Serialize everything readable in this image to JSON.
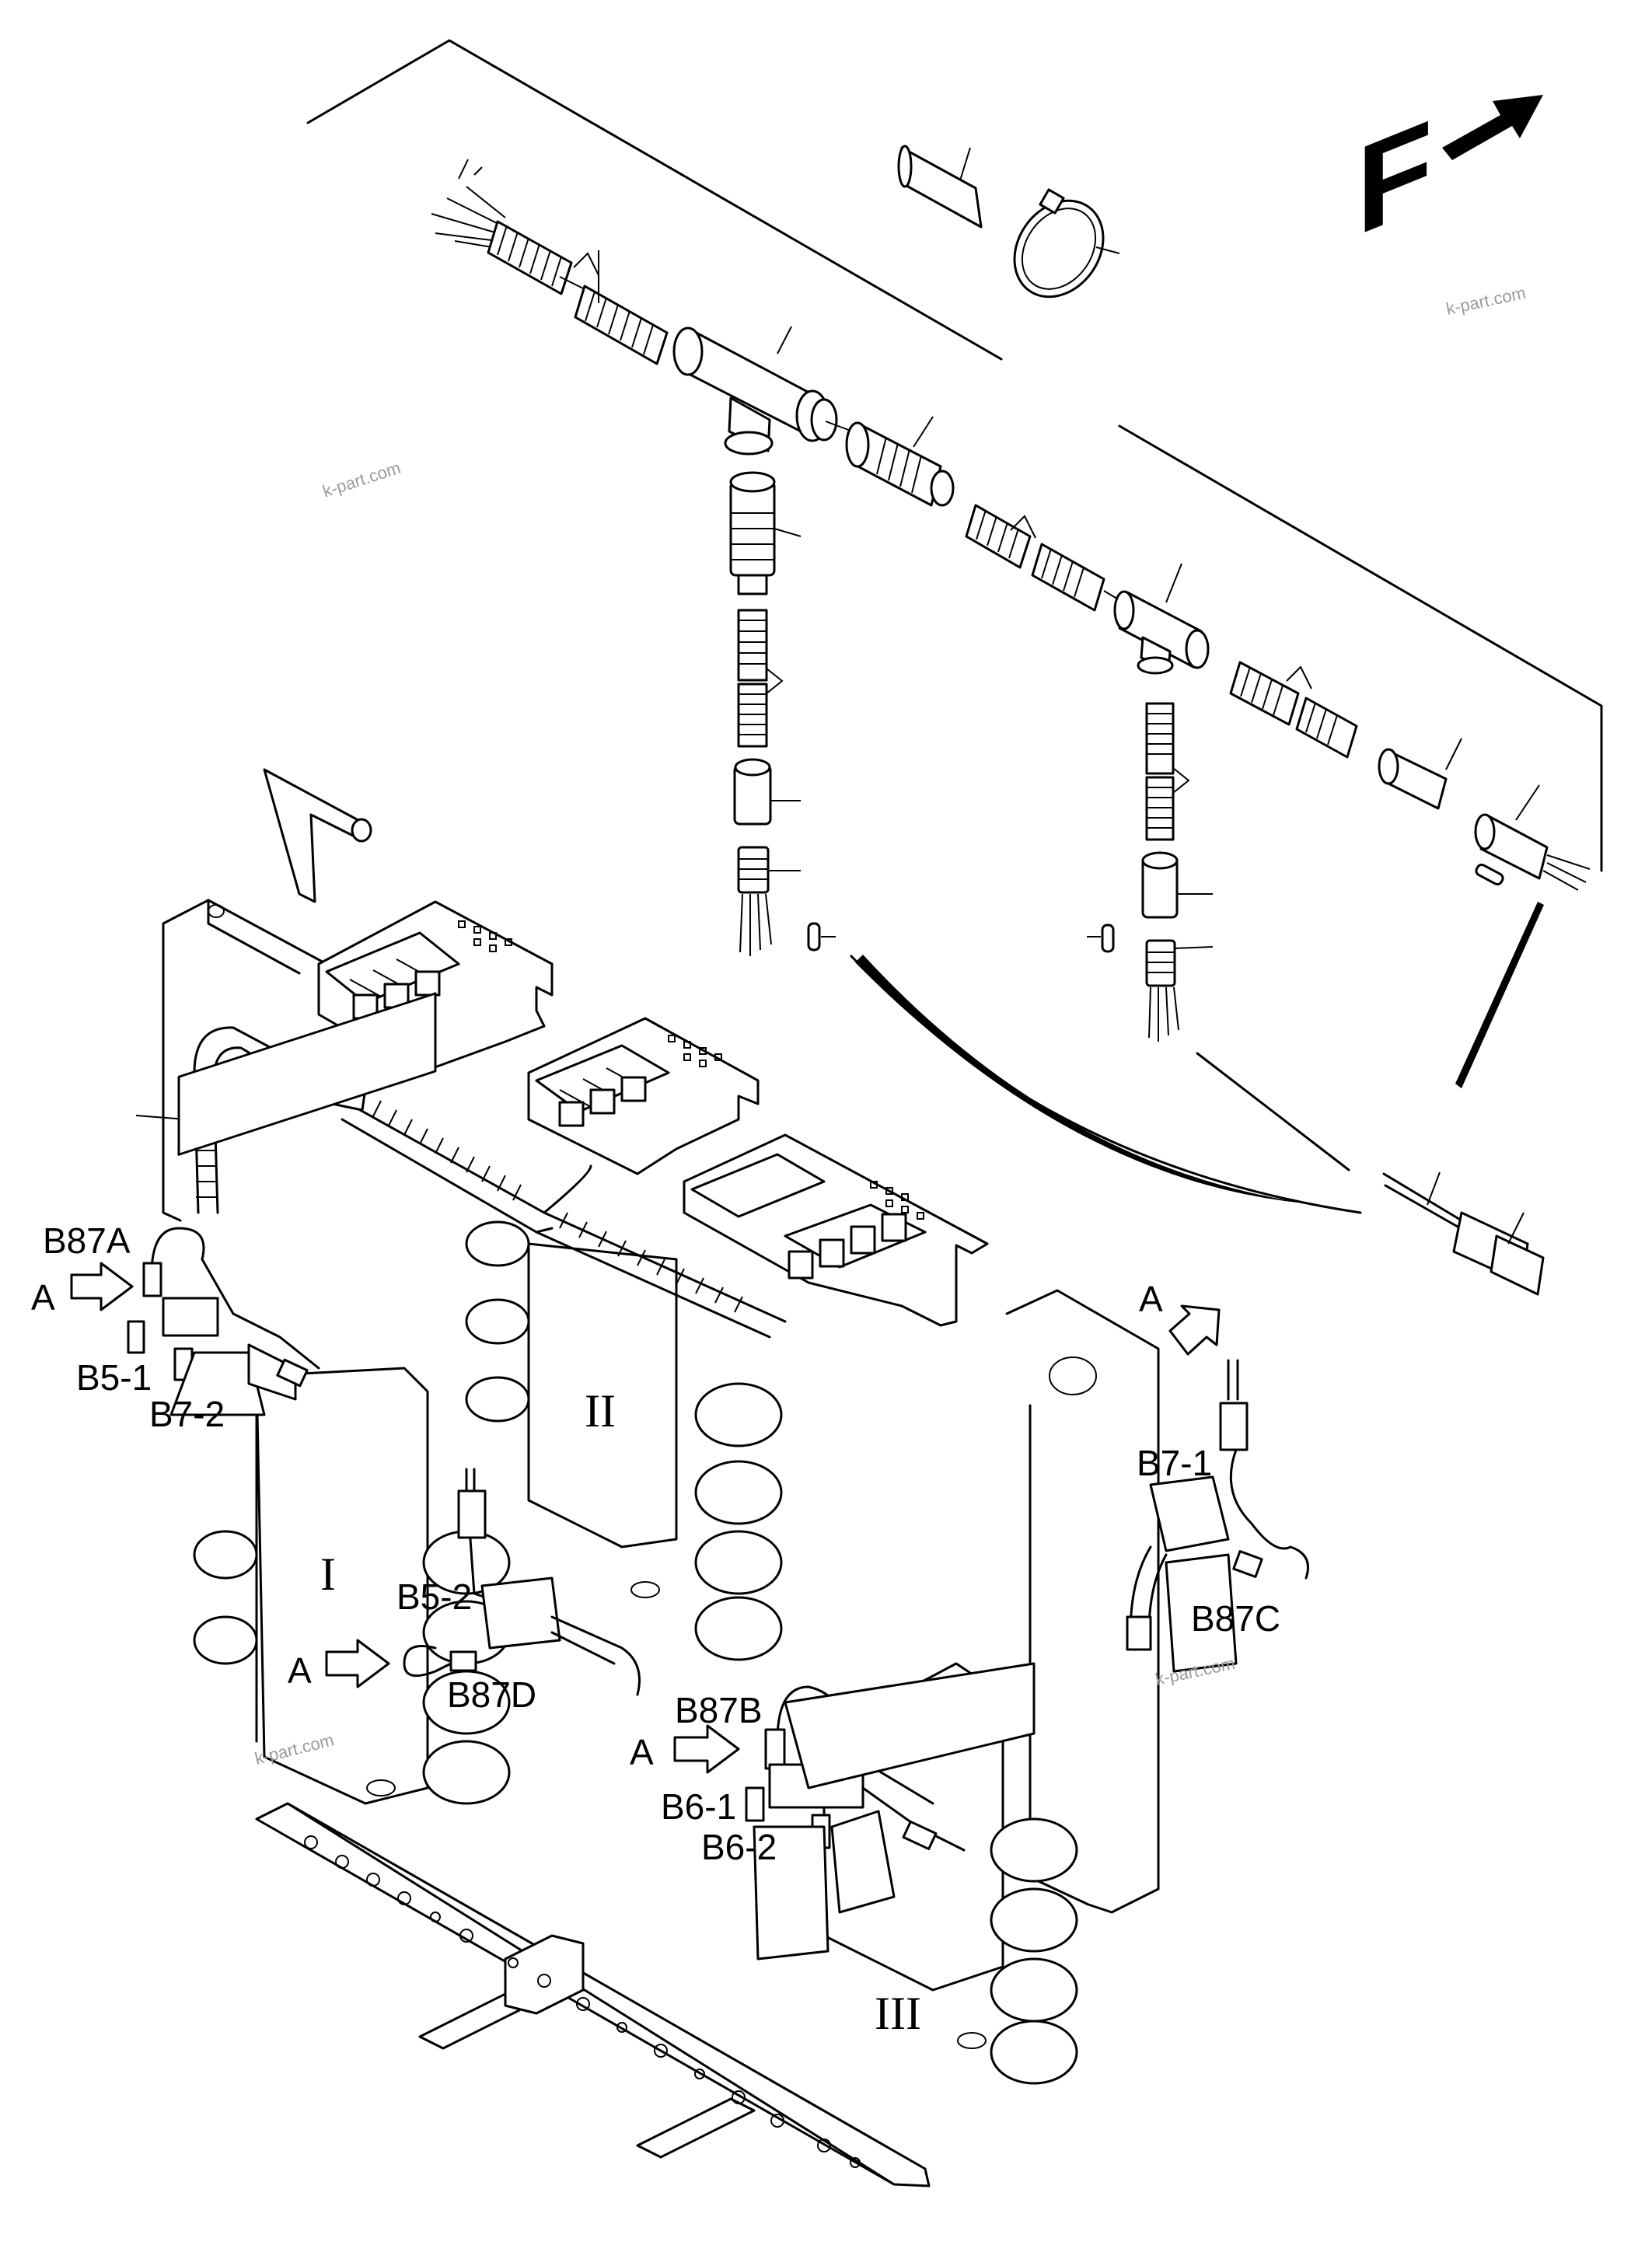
{
  "direction_letter": "F",
  "watermark": "k-part.com",
  "labels": {
    "b87a": "B87A",
    "b5_1": "B5-1",
    "b7_2": "B7-2",
    "b7_1": "B7-1",
    "b87c": "B87C",
    "b5_2": "B5-2",
    "b87d": "B87D",
    "b87b": "B87B",
    "b6_1": "B6-1",
    "b6_2": "B6-2"
  },
  "view_markers": [
    "A",
    "A",
    "A",
    "A"
  ],
  "valve_sections": [
    "I",
    "II",
    "III"
  ],
  "icons": [
    "direction-arrow-icon",
    "view-arrow-icon"
  ]
}
